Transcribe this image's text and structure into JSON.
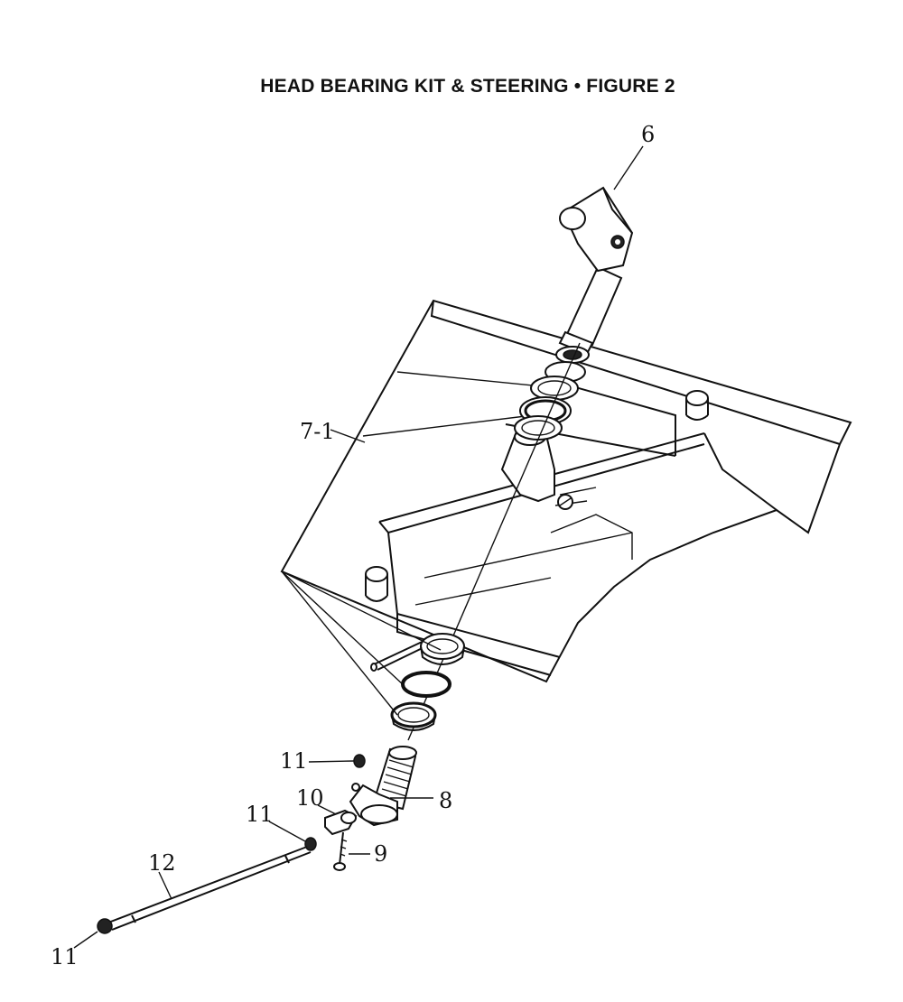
{
  "title": "HEAD BEARING KIT & STEERING  •  FIGURE 2",
  "callouts": {
    "c6": "6",
    "c7_1": "7-1",
    "c8": "8",
    "c9": "9",
    "c10": "10",
    "c11_a": "11",
    "c11_b": "11",
    "c11_c": "11",
    "c12": "12"
  }
}
